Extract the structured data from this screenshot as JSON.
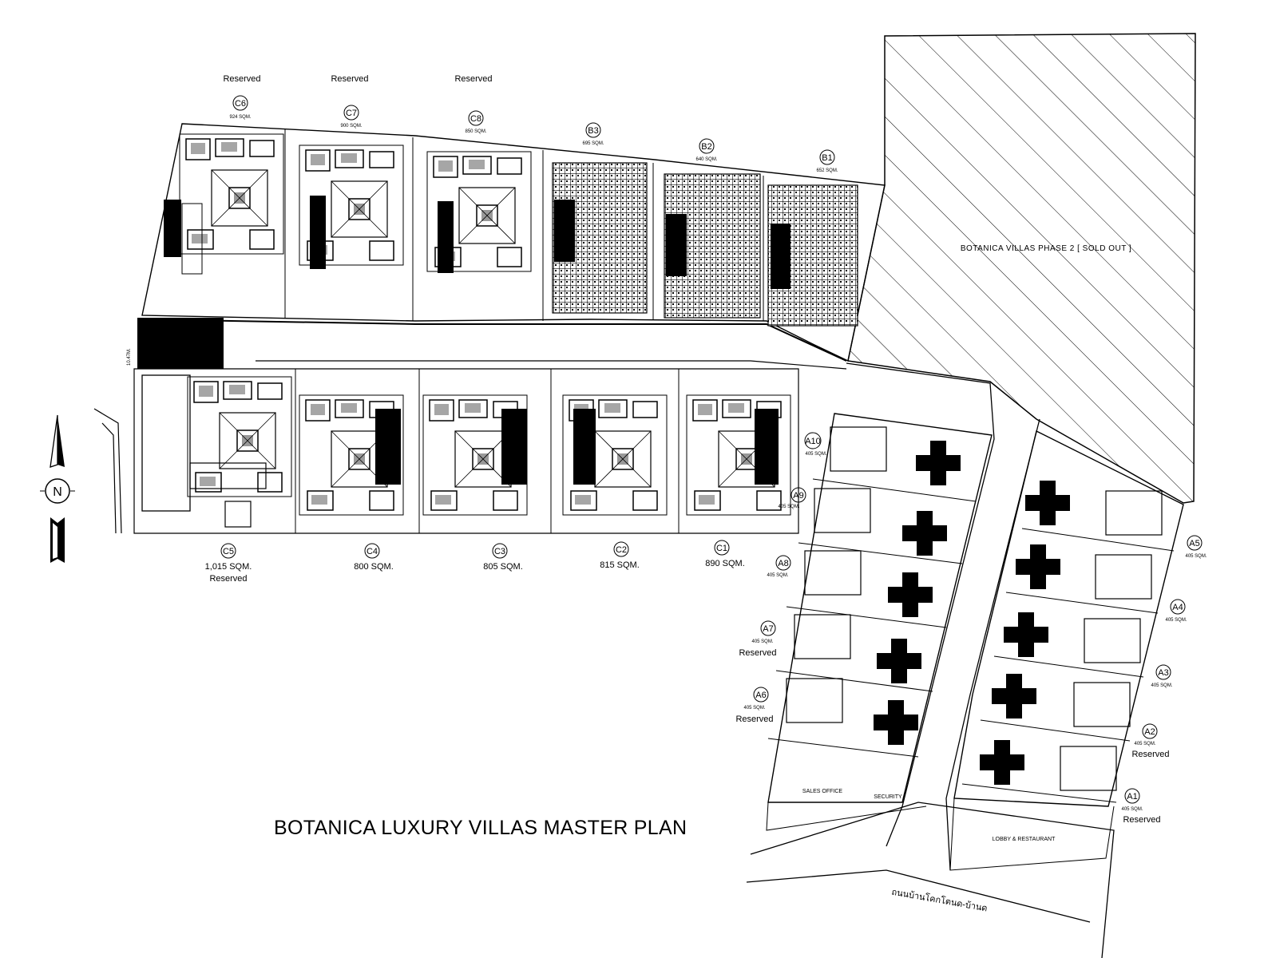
{
  "title": "BOTANICA LUXURY VILLAS  MASTER PLAN",
  "phase2_label": "BOTANICA VILLAS PHASE 2 [ SOLD OUT ]",
  "north_label": "N",
  "road_label": "ถนนบ้านโคกโตนด-บ้านด",
  "road_width_label": "10.47M.",
  "sales_office_label": "SALES OFFICE",
  "security_label": "SECURITY",
  "lobby_label": "LOBBY & RESTAURANT",
  "reserved_top": [
    "Reserved",
    "Reserved",
    "Reserved"
  ],
  "plots": {
    "C6": {
      "id": "C6",
      "area": "924 SQM."
    },
    "C7": {
      "id": "C7",
      "area": "900 SQM."
    },
    "C8": {
      "id": "C8",
      "area": "850 SQM."
    },
    "B3": {
      "id": "B3",
      "area": "695 SQM."
    },
    "B2": {
      "id": "B2",
      "area": "640 SQM."
    },
    "B1": {
      "id": "B1",
      "area": "652 SQM."
    },
    "C5": {
      "id": "C5",
      "area": "1,015  SQM.",
      "status": "Reserved"
    },
    "C4": {
      "id": "C4",
      "area": "800  SQM."
    },
    "C3": {
      "id": "C3",
      "area": "805  SQM."
    },
    "C2": {
      "id": "C2",
      "area": "815  SQM."
    },
    "C1": {
      "id": "C1",
      "area": "890  SQM."
    },
    "A10": {
      "id": "A10",
      "area": "405 SQM."
    },
    "A9": {
      "id": "A9",
      "area": "405 SQM."
    },
    "A8": {
      "id": "A8",
      "area": "405 SQM."
    },
    "A7": {
      "id": "A7",
      "area": "405 SQM.",
      "status": "Reserved"
    },
    "A6": {
      "id": "A6",
      "area": "405 SQM.",
      "status": "Reserved"
    },
    "A5": {
      "id": "A5",
      "area": "405 SQM."
    },
    "A4": {
      "id": "A4",
      "area": "405 SQM."
    },
    "A3": {
      "id": "A3",
      "area": "405 SQM."
    },
    "A2": {
      "id": "A2",
      "area": "405 SQM.",
      "status": "Reserved"
    },
    "A1": {
      "id": "A1",
      "area": "405 SQM.",
      "status": "Reserved"
    }
  }
}
